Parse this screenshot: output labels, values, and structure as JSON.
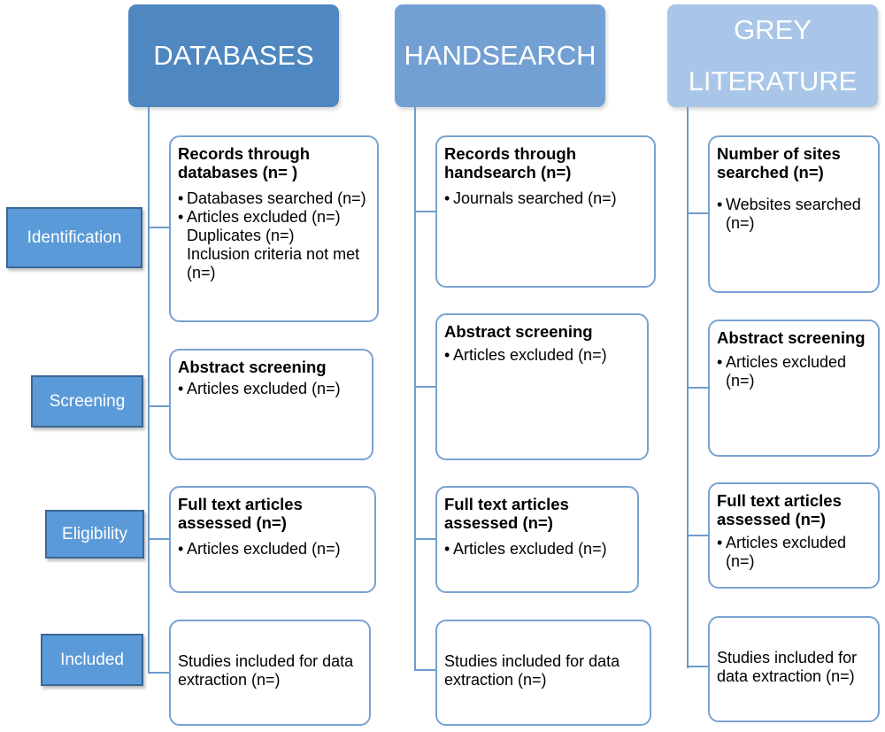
{
  "colors": {
    "databases_header": "#4f87c0",
    "handsearch_header": "#73a0d2",
    "grey_header": "#a9c6e8",
    "stage_fill": "#5b9ad8",
    "box_border": "#79a2d0",
    "connector": "#6d9bcc"
  },
  "columns": [
    {
      "header_lines": [
        "DATABASES"
      ],
      "boxes": [
        {
          "title": "Records through databases (n= )",
          "bullets": [
            "Databases searched (n=)",
            "Articles excluded (n=)"
          ],
          "sub_lines": [
            "Duplicates (n=)",
            "Inclusion criteria not met (n=)"
          ]
        },
        {
          "title": "Abstract screening",
          "bullets": [
            "Articles excluded (n=)"
          ]
        },
        {
          "title": "Full text articles assessed (n=)",
          "bullets": [
            "Articles excluded (n=)"
          ]
        },
        {
          "text": "Studies included for data extraction (n=)"
        }
      ]
    },
    {
      "header_lines": [
        "HANDSEARCH"
      ],
      "boxes": [
        {
          "title": "Records through handsearch (n=)",
          "bullets": [
            "Journals searched (n=)"
          ]
        },
        {
          "title": "Abstract screening",
          "bullets": [
            "Articles excluded (n=)"
          ]
        },
        {
          "title": "Full text articles assessed (n=)",
          "bullets": [
            "Articles excluded (n=)"
          ]
        },
        {
          "text": "Studies included for data extraction (n=)"
        }
      ]
    },
    {
      "header_lines": [
        "GREY",
        "LITERATURE"
      ],
      "boxes": [
        {
          "title": "Number of sites searched (n=)",
          "bullets": [
            "Websites searched (n=)"
          ]
        },
        {
          "title": "Abstract screening",
          "bullets": [
            "Articles excluded (n=)"
          ]
        },
        {
          "title": "Full text articles assessed (n=)",
          "bullets": [
            "Articles excluded (n=)"
          ]
        },
        {
          "text": "Studies included for data extraction (n=)"
        }
      ]
    }
  ],
  "stages": [
    "Identification",
    "Screening",
    "Eligibility",
    "Included"
  ]
}
